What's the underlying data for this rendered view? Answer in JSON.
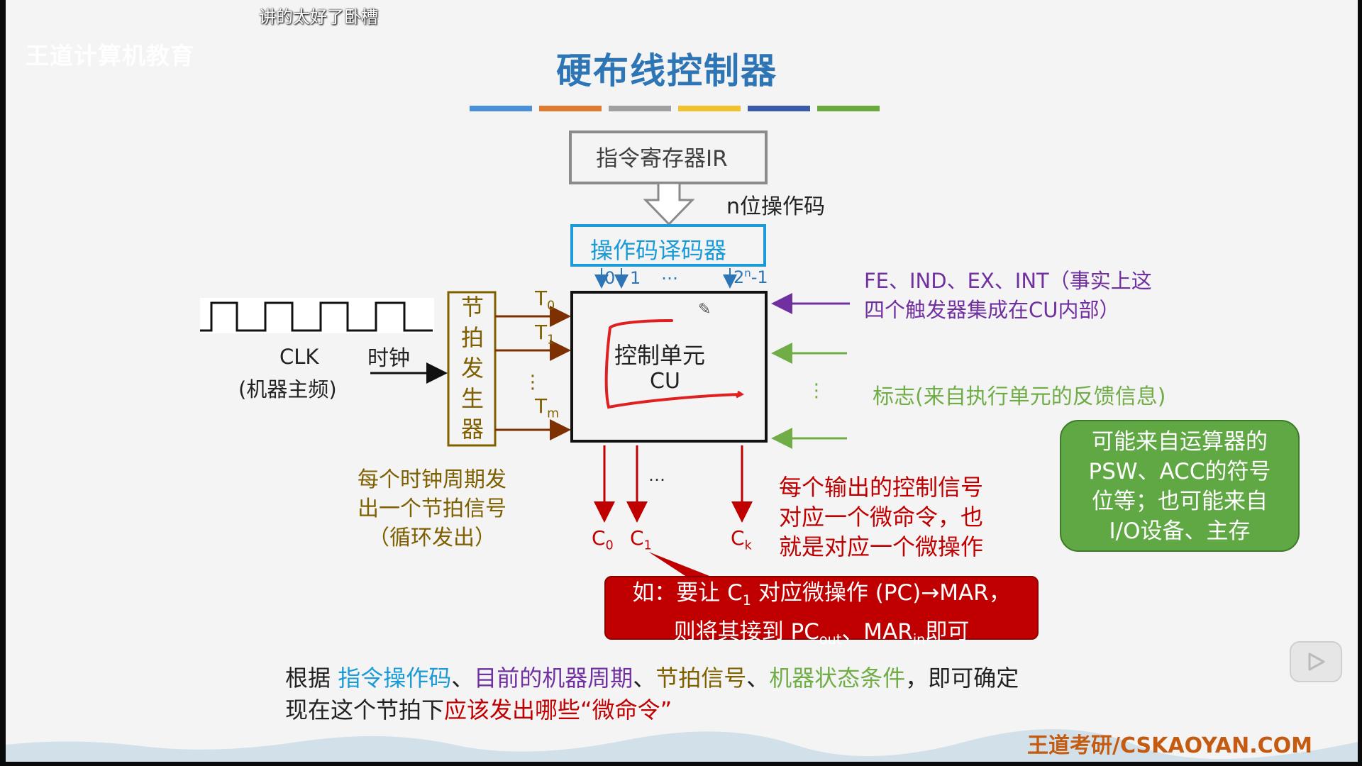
{
  "overlay": {
    "danmaku": "讲的太好了卧槽",
    "watermark": "王道计算机教育"
  },
  "slide": {
    "title": "硬布线控制器",
    "title_bar_colors": [
      "#4a90d9",
      "#e07a30",
      "#a0a0a0",
      "#f2c12e",
      "#3a5ca8",
      "#6aaa3f"
    ]
  },
  "diagram": {
    "ir_label": "指令寄存器IR",
    "opcode_label": "n位操作码",
    "decoder_label": "操作码译码器",
    "decoder_outputs": {
      "o0": "0",
      "o1": "1",
      "dots": "…",
      "last_base": "2",
      "last_sup": "n",
      "last_suffix": "-1"
    },
    "clk_label": "CLK",
    "clk_sub": "(机器主频)",
    "clock_label": "时钟",
    "beat_gen_chars": [
      "节",
      "拍",
      "发",
      "生",
      "器"
    ],
    "beat_signals": {
      "t0_base": "T",
      "t0_sub": "0",
      "t1_base": "T",
      "t1_sub": "1",
      "dots": "⋮",
      "tm_base": "T",
      "tm_sub": "m"
    },
    "beat_desc": [
      "每个时钟周期发",
      "出一个节拍信号",
      "（循环发出）"
    ],
    "cu_line1": "控制单元",
    "cu_line2": "CU",
    "ff_desc": [
      "FE、IND、EX、INT（事实上这",
      "四个触发器集成在CU内部）"
    ],
    "flags_dots": "⋮",
    "flags_desc": "标志(来自执行单元的反馈信息)",
    "flags_bubble": [
      "可能来自运算器的",
      "PSW、ACC的符号",
      "位等；也可能来自",
      "I/O设备、主存"
    ],
    "outputs": {
      "c0_base": "C",
      "c0_sub": "0",
      "c1_base": "C",
      "c1_sub": "1",
      "dots": "…",
      "ck_base": "C",
      "ck_sub": "k"
    },
    "output_desc": [
      "每个输出的控制信号",
      "对应一个微命令，也",
      "就是对应一个微操作"
    ],
    "example_bubble": {
      "l1_a": "如：要让 C",
      "l1_sub": "1",
      "l1_b": " 对应微操作 (PC)→MAR，",
      "l2_a": "则将其接到 PC",
      "l2_sub1": "out",
      "l2_b": "、MAR",
      "l2_sub2": "in",
      "l2_c": "即可"
    }
  },
  "bottom": {
    "p1": "根据 ",
    "k1": "指令操作码",
    "s1": "、",
    "k2": "目前的机器周期",
    "s2": "、",
    "k3": "节拍信号",
    "s3": "、",
    "k4": "机器状态条件",
    "p2": "，即可确定",
    "line2_a": "现在这个节拍下",
    "line2_b": "应该发出哪些“微命令”"
  },
  "footer": "王道考研/CSKAOYAN.COM",
  "colors": {
    "title": "#2e75b6",
    "cyan": "#1a9bd7",
    "purple": "#7030a0",
    "green": "#70ad47",
    "brown": "#7f6000",
    "red": "#c00000",
    "bubble_green": "#5fa843"
  },
  "icons": {
    "pencil": "pencil-icon",
    "play": "play-icon"
  }
}
